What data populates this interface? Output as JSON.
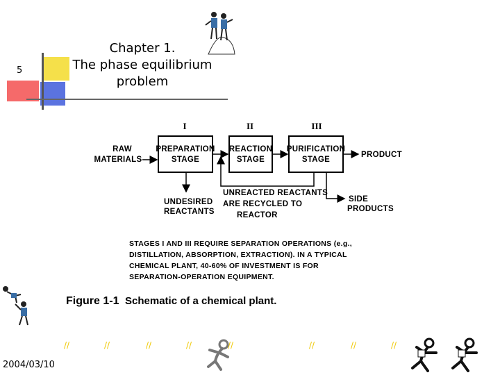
{
  "slide": {
    "number": "5",
    "title_lines": [
      "Chapter 1.",
      "The phase equilibrium",
      "problem"
    ],
    "date": "2004/03/10"
  },
  "diagram": {
    "stage_numerals": [
      "I",
      "II",
      "III"
    ],
    "input_label": [
      "RAW",
      "MATERIALS"
    ],
    "boxes": [
      [
        "PREPARATION",
        "STAGE"
      ],
      [
        "REACTION",
        "STAGE"
      ],
      [
        "PURIFICATION",
        "STAGE"
      ]
    ],
    "output_label": "PRODUCT",
    "undesired_label": [
      "UNDESIRED",
      "REACTANTS"
    ],
    "recycle_label": [
      "UNREACTED REACTANTS",
      "ARE RECYCLED TO",
      "REACTOR"
    ],
    "side_label": [
      "SIDE",
      "PRODUCTS"
    ],
    "note_lines": [
      "STAGES I AND III REQUIRE SEPARATION OPERATIONS (e.g.,",
      "DISTILLATION, ABSORPTION, EXTRACTION). IN A TYPICAL",
      "CHEMICAL PLANT, 40-60% OF INVESTMENT IS FOR",
      "SEPARATION-OPERATION EQUIPMENT."
    ],
    "figure_number": "Figure 1-1",
    "figure_caption": "Schematic of a chemical plant."
  },
  "decor": {
    "accent_yellow": "#f5e04a",
    "accent_red": "#f56a6a",
    "accent_blue": "#5b73e0",
    "divider_color": "#555555",
    "mark_color": "#f0c800",
    "icons": [
      "people-figures-icon",
      "climber-figures-icon",
      "stick-figure-icon"
    ]
  }
}
